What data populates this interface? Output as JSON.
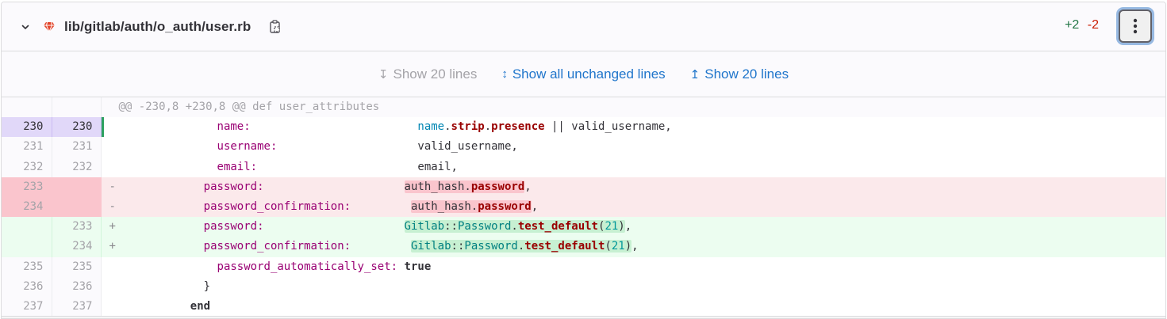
{
  "file": {
    "path": "lib/gitlab/auth/o_auth/user.rb",
    "icons": {
      "collapse": "chevron-down-icon",
      "file_type": "ruby-gem-icon",
      "copy": "copy-to-clipboard-icon",
      "options": "kebab-menu-icon"
    },
    "stats": {
      "added": "+2",
      "removed": "-2"
    },
    "colors": {
      "added": "#217645",
      "removed": "#c91c00",
      "link": "#1f75cb"
    }
  },
  "expander": {
    "show_above": {
      "icon": "↧",
      "label": "Show 20 lines"
    },
    "show_all": {
      "icon": "↕",
      "label": "Show all unchanged lines"
    },
    "show_below": {
      "icon": "↥",
      "label": "Show 20 lines"
    }
  },
  "diff": {
    "hunk_header": "@@ -230,8 +230,8 @@ def user_attributes",
    "lines": [
      {
        "type": "context",
        "old": "230",
        "new": "230",
        "sign": "",
        "indent": "              ",
        "key": "name:",
        "pad": "                         ",
        "value_parts": [
          "name",
          ".",
          "strip",
          ".",
          "presence",
          " || valid_username,"
        ]
      },
      {
        "type": "context",
        "old": "231",
        "new": "231",
        "sign": "",
        "indent": "              ",
        "key": "username:",
        "pad": "                     ",
        "value": "valid_username,"
      },
      {
        "type": "context",
        "old": "232",
        "new": "232",
        "sign": "",
        "indent": "              ",
        "key": "email:",
        "pad": "                        ",
        "value": "email,"
      },
      {
        "type": "old",
        "old": "233",
        "new": "",
        "sign": "-",
        "indent": "            ",
        "key": "password:",
        "pad": "                     ",
        "value_parts": [
          "auth_hash.",
          "password",
          ","
        ]
      },
      {
        "type": "old",
        "old": "234",
        "new": "",
        "sign": "-",
        "indent": "            ",
        "key": "password_confirmation:",
        "pad": "         ",
        "value_parts": [
          "auth_hash.",
          "password",
          ","
        ]
      },
      {
        "type": "new",
        "old": "",
        "new": "233",
        "sign": "+",
        "indent": "            ",
        "key": "password:",
        "pad": "                     ",
        "value_parts": [
          "Gitlab",
          "::",
          "Password",
          ".",
          "test_default",
          "(",
          "21",
          ")",
          ","
        ]
      },
      {
        "type": "new",
        "old": "",
        "new": "234",
        "sign": "+",
        "indent": "            ",
        "key": "password_confirmation:",
        "pad": "         ",
        "value_parts": [
          "Gitlab",
          "::",
          "Password",
          ".",
          "test_default",
          "(",
          "21",
          ")",
          ","
        ]
      },
      {
        "type": "context",
        "old": "235",
        "new": "235",
        "sign": "",
        "indent": "              ",
        "key": "password_automatically_set:",
        "pad": " ",
        "value": "true"
      },
      {
        "type": "context",
        "old": "236",
        "new": "236",
        "sign": "",
        "indent": "            ",
        "text": "}"
      },
      {
        "type": "context",
        "old": "237",
        "new": "237",
        "sign": "",
        "indent": "          ",
        "text": "end"
      }
    ]
  }
}
